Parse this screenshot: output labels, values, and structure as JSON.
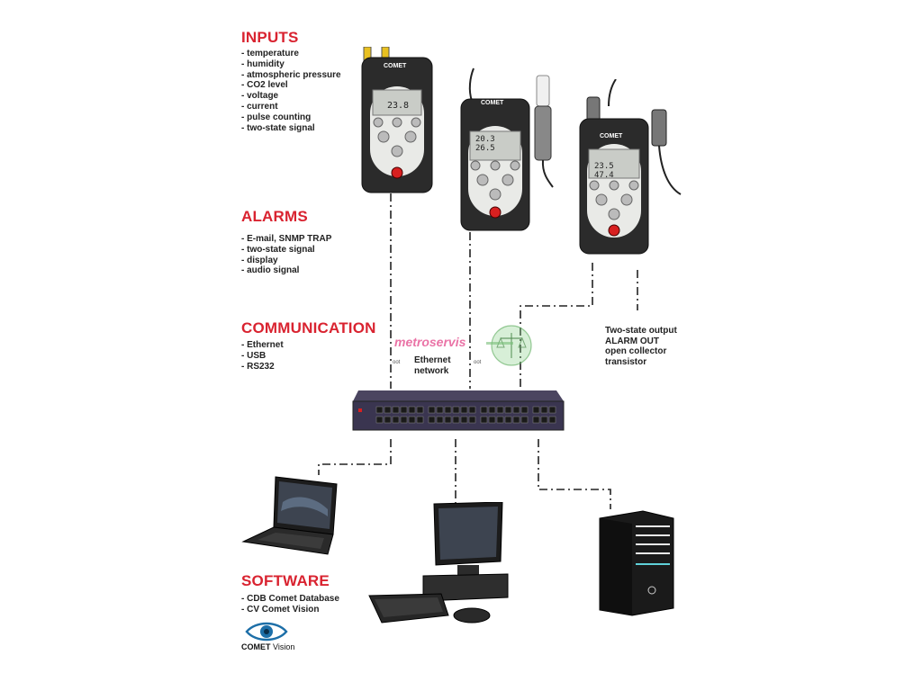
{
  "inputs": {
    "title": "INPUTS",
    "items": [
      "- temperature",
      "- humidity",
      "- atmospheric pressure",
      "- CO2 level",
      "- voltage",
      "- current",
      "- pulse counting",
      "- two-state signal"
    ]
  },
  "alarms": {
    "title": "ALARMS",
    "items": [
      "- E-mail, SNMP TRAP",
      "- two-state signal",
      "- display",
      "- audio signal"
    ]
  },
  "communication": {
    "title": "COMMUNICATION",
    "items": [
      "- Ethernet",
      "- USB",
      "- RS232"
    ]
  },
  "software": {
    "title": "SOFTWARE",
    "items": [
      "- CDB Comet Database",
      "- CV Comet Vision"
    ]
  },
  "network_label": {
    "line1": "Ethernet",
    "line2": "network"
  },
  "output_label": {
    "line1": "Two-state output",
    "line2": "ALARM OUT",
    "line3": "open collector",
    "line4": "transistor"
  },
  "device_brand": "COMET",
  "device_readings": {
    "d1": "23.8",
    "d2a": "20.3",
    "d2b": "26.5",
    "d3a": "23.5",
    "d3b": "47.4"
  },
  "watermark": "metroservis",
  "logo": {
    "brand": "COMET",
    "product": "Vision"
  },
  "tick_labels": {
    "a": "oot",
    "b": "oot"
  },
  "colors": {
    "accent": "#d92330",
    "device_body": "#2b2b2b",
    "lcd": "#c9ccc7",
    "switch": "#3a3550"
  }
}
